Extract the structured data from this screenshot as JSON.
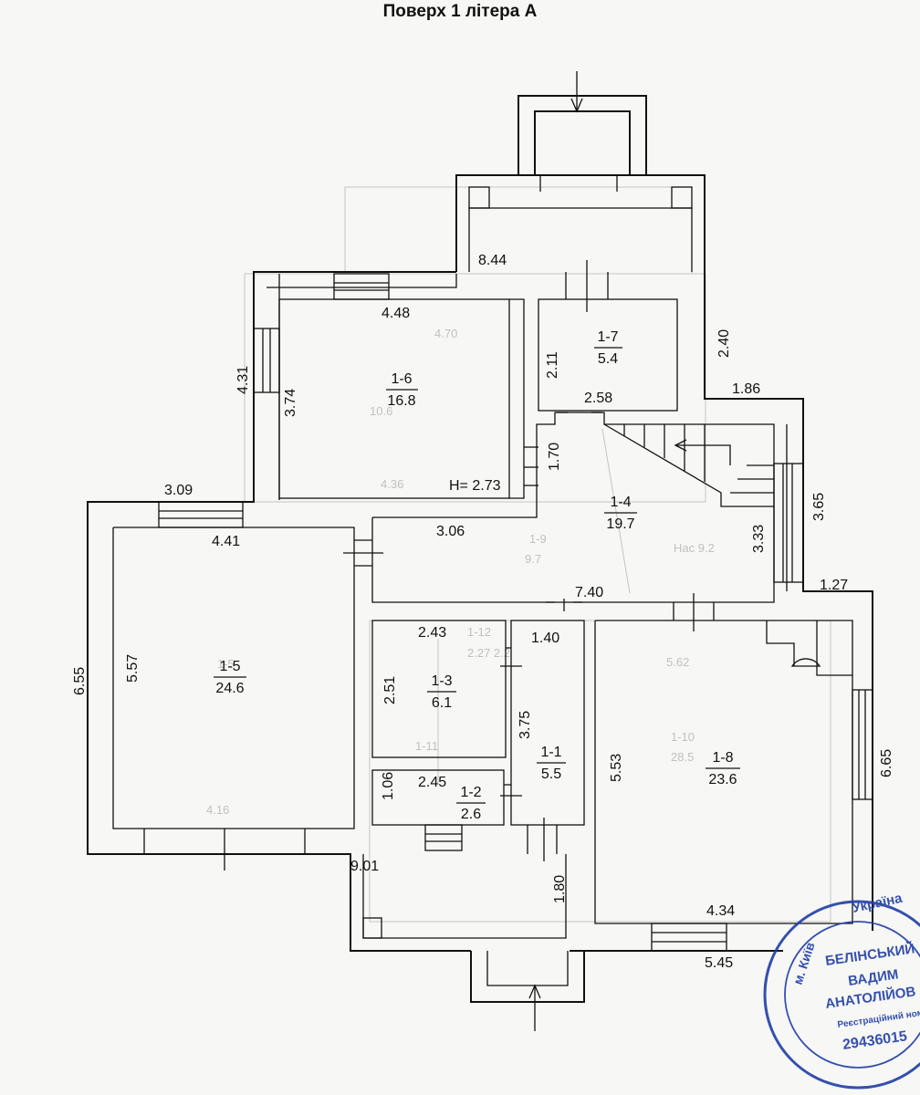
{
  "header": {
    "title": "Поверх 1   літера А"
  },
  "rooms": [
    {
      "id": "1-1",
      "area": "5.5"
    },
    {
      "id": "1-2",
      "area": "2.6"
    },
    {
      "id": "1-3",
      "area": "6.1"
    },
    {
      "id": "1-4",
      "area": "19.7"
    },
    {
      "id": "1-5",
      "area": "24.6"
    },
    {
      "id": "1-6",
      "area": "16.8"
    },
    {
      "id": "1-7",
      "area": "5.4"
    },
    {
      "id": "1-8",
      "area": "23.6"
    }
  ],
  "height_note": "H= 2.73",
  "dimensions": [
    "8.44",
    "4.48",
    "2.11",
    "2.40",
    "4.31",
    "3.74",
    "1.86",
    "2.58",
    "1.70",
    "3.09",
    "4.41",
    "3.06",
    "3.65",
    "3.33",
    "1.27",
    "7.40",
    "2.43",
    "1.40",
    "6.55",
    "5.57",
    "2.51",
    "3.75",
    "5.53",
    "6.65",
    "1.06",
    "2.45",
    "9.01",
    "1.80",
    "4.34",
    "5.45"
  ],
  "stamp": {
    "country": "Україна",
    "city": "м. Київ",
    "name_line1": "БЕЛІНСЬКИЙ",
    "name_line2": "ВАДИМ",
    "name_line3": "АНАТОЛІЙОВ",
    "reg_label": "Реєстраційний ном",
    "reg_number": "29436015"
  },
  "colors": {
    "ink": "#111111",
    "stamp": "#1f3fa6",
    "ghost": "#c4c4c4"
  }
}
